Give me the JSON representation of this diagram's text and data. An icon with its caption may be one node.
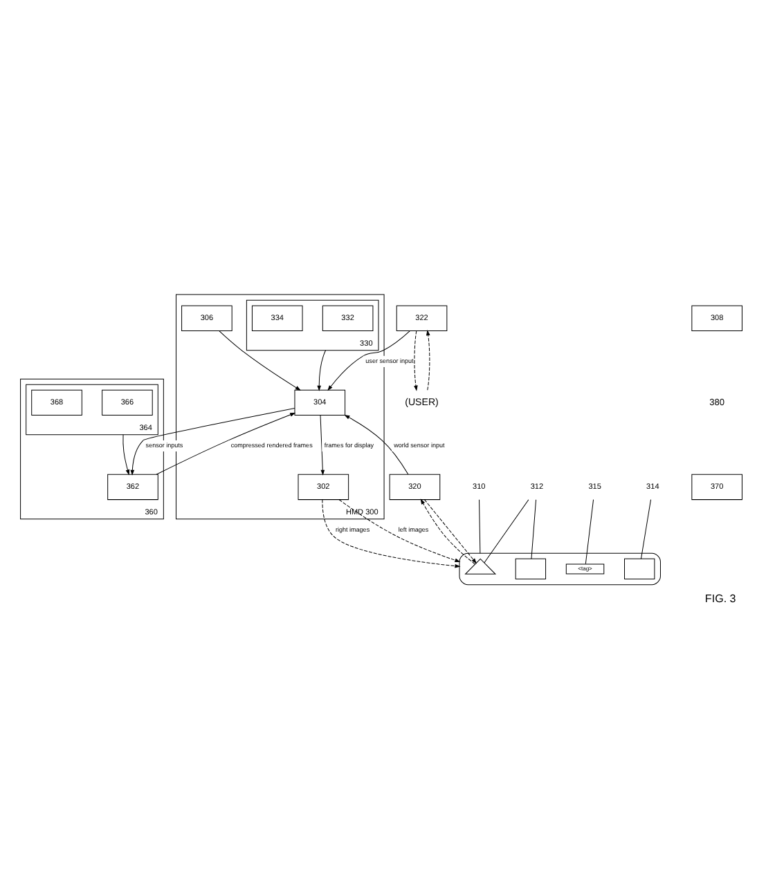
{
  "diagram": {
    "caption": "FIG. 3",
    "nodes": [
      {
        "text": [],
        "shape": "ellipse"
      },
      {
        "text": [],
        "shape": "triangle",
        "in": 0
      },
      {
        "text": [],
        "shape": "box",
        "in": 0
      },
      {
        "text": [
          "<tag>"
        ],
        "in": 0
      },
      {
        "text": [],
        "shape": "box",
        "in": 0
      },
      {
        "text": [
          "312"
        ]
      },
      {
        "text": [
          "315"
        ]
      },
      {
        "text": [
          "314"
        ]
      },
      {
        "text": [
          "310"
        ]
      },
      {
        "text": [
          "HMD 300"
        ]
      },
      {
        "text": [
          "302"
        ],
        "in": 9
      },
      {
        "text": [
          "304"
        ],
        "in": 9
      },
      {
        "text": [
          "330"
        ],
        "in": 9
      },
      {
        "text": [
          "332"
        ],
        "in": 12
      },
      {
        "text": [
          "334"
        ],
        "in": 12
      },
      {
        "text": [
          "306"
        ],
        "in": 9
      },
      {
        "text": [
          "320"
        ]
      },
      {
        "text": [
          "322"
        ]
      },
      {
        "text": [
          "308"
        ]
      },
      {
        "text": [
          "370"
        ]
      },
      {
        "text": [
          "360"
        ]
      },
      {
        "text": [
          "362"
        ],
        "in": 20
      },
      {
        "text": [
          "364"
        ],
        "in": 20
      },
      {
        "text": [
          "366"
        ],
        "in": 22
      },
      {
        "text": [
          "368"
        ],
        "in": 22
      },
      {
        "text": [
          "(USER)"
        ]
      }
    ],
    "edges": [
      {
        "from": 5,
        "to": 1,
        "arrow": "none"
      },
      {
        "from": 5,
        "to": 2,
        "arrow": "none"
      },
      {
        "from": 6,
        "to": 3,
        "arrow": "none"
      },
      {
        "from": 7,
        "to": 4,
        "arrow": "none"
      },
      {
        "from": 8,
        "to": 0,
        "arrow": "none"
      },
      {
        "from": 16,
        "to": 1,
        "arrow": "to",
        "style": "dashed"
      },
      {
        "from": 1,
        "to": 16,
        "arrow": "to",
        "style": "dashed"
      },
      {
        "from": 10,
        "to": 0,
        "label": "left images",
        "arrow": "to",
        "style": "dashed"
      },
      {
        "from": 10,
        "to": 0,
        "label": "right images",
        "arrow": "to",
        "style": "dashed"
      },
      {
        "from": 16,
        "to": 11,
        "label": "world sensor input",
        "arrow": "to"
      },
      {
        "from": 11,
        "to": 10,
        "label": "frames for display",
        "arrow": "to"
      },
      {
        "from": 12,
        "to": 11,
        "arrow": "to"
      },
      {
        "from": 15,
        "to": 11,
        "arrow": "to"
      },
      {
        "from": 17,
        "to": 11,
        "label": "user sensor input",
        "arrow": "to"
      },
      {
        "from": 11,
        "to": 21,
        "label": "sensor inputs",
        "arrow": "to"
      },
      {
        "from": 21,
        "to": 11,
        "label": "compressed rendered frames",
        "arrow": "to"
      },
      {
        "from": 22,
        "to": 21,
        "arrow": "to"
      },
      {
        "from": 25,
        "to": 17,
        "arrow": "to",
        "style": "dashed"
      },
      {
        "from": 17,
        "to": 25,
        "arrow": "to",
        "style": "dashed"
      }
    ],
    "labels": [
      "380"
    ]
  }
}
